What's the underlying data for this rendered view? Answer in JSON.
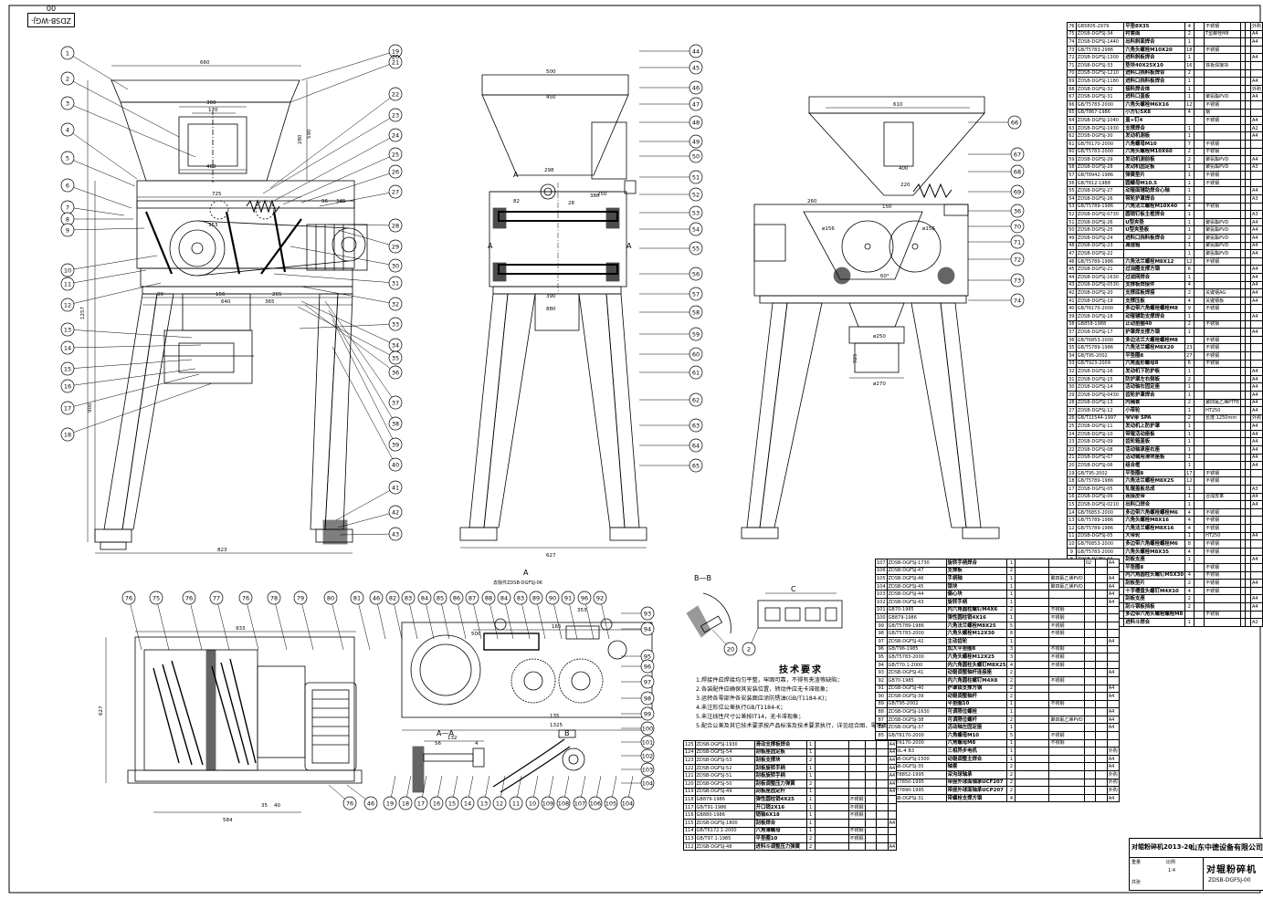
{
  "drawing_code": "ZDSB-WGJ-00",
  "dims": {
    "front_width": "660",
    "hopper_width": "300",
    "hopper_inner": "170",
    "hopper_height": "280",
    "hopper_base": "460",
    "d_725": "725",
    "d_96": "96",
    "d_345": "345",
    "d_353": "353",
    "d_590": "590",
    "d_90": "90",
    "d_156": "156",
    "d_265": "265",
    "d_640": "640",
    "d_365": "365",
    "d_1257": "1257",
    "d_900": "900",
    "base_width": "823",
    "side_width": "500",
    "side_450": "450",
    "side_380": "380",
    "side_298": "298",
    "side_82": "82",
    "side_627": "627",
    "side_390": "390",
    "side_880": "880",
    "side_250": "250",
    "side_28": "28",
    "right_610": "610",
    "right_400": "400",
    "right_220": "220",
    "right_260": "260",
    "right_150": "150",
    "right_60": "60°",
    "right_d156a": "ø156",
    "right_d156b": "ø156",
    "right_d250": "ø250",
    "right_d270": "ø270",
    "right_925": "925",
    "bottom_933": "933",
    "bottom_627": "627",
    "bottom_584": "584",
    "bottom_35": "35",
    "bottom_40": "40",
    "gb_165": "165",
    "gb_353": "353",
    "gb_135": "135",
    "gb_1325": "1325",
    "gb_500": "500",
    "aa_56": "56",
    "aa_132": "132",
    "aa_4": "4"
  },
  "view_labels": {
    "view_a": "A",
    "view_a_sub": "去除件ZDSB-DGFSJ-06",
    "section_aa": "A—A",
    "section_bb": "B—B",
    "view_b": "B",
    "view_c": "C",
    "a_left": "A",
    "a_right": "A",
    "a_top": "A"
  },
  "callouts": {
    "left": [
      "1",
      "2",
      "3",
      "4",
      "5",
      "6",
      "7",
      "8",
      "9",
      "10",
      "11",
      "12",
      "13",
      "14",
      "15",
      "16",
      "17",
      "18"
    ],
    "mid_right": [
      "19",
      "20",
      "21",
      "22",
      "23",
      "24",
      "25",
      "26",
      "27",
      "28",
      "29",
      "30",
      "31",
      "32",
      "33",
      "34",
      "35",
      "36",
      "37",
      "38",
      "39",
      "40",
      "41",
      "42",
      "43"
    ],
    "side_left": [
      "44",
      "45",
      "46",
      "47",
      "48",
      "49",
      "50",
      "51",
      "52",
      "53",
      "54",
      "55",
      "56",
      "57",
      "58",
      "59",
      "60",
      "61",
      "62",
      "63",
      "64",
      "65"
    ],
    "right_view": [
      "66",
      "67",
      "68",
      "69",
      "36",
      "70",
      "71",
      "72",
      "73",
      "74"
    ],
    "bottom_a": [
      "76",
      "75",
      "76",
      "77",
      "76",
      "78",
      "79",
      "80",
      "81"
    ],
    "bottom_a_low": [
      "76",
      "46"
    ],
    "bottom_b_top": [
      "46",
      "82",
      "83",
      "84",
      "85",
      "86",
      "87",
      "88",
      "84",
      "83",
      "89",
      "90",
      "91",
      "96",
      "92"
    ],
    "bottom_b_right": [
      "93",
      "94",
      "95",
      "96",
      "97",
      "98",
      "99",
      "100",
      "101",
      "102",
      "103",
      "104"
    ],
    "bottom_b_low": [
      "19",
      "18",
      "17",
      "16",
      "15",
      "14",
      "13",
      "12",
      "11",
      "10",
      "109",
      "108",
      "107",
      "106",
      "105",
      "104"
    ],
    "bb_callouts": [
      "20",
      "2"
    ]
  },
  "notes": {
    "title": "技术要求",
    "items": [
      "1.焊接件应焊接均匀平整，牢固可靠，不得有夹渣等缺陷；",
      "2.各装配件应确保其安装位置，转动件应无卡滞现象；",
      "3.运转各零部件各安装面应涂防锈油(GB/T1184-K)；",
      "4.未注形位公差执行GB/T1184-K；",
      "5.未注线性尺寸公差按IT14，无卡滞现象；",
      "5.配合公差及其它技术要求按产品标准及技术要求执行，详见组合图、零件图"
    ]
  },
  "bom_right": [
    [
      "76",
      "GB5805-2979",
      "平垫8X35",
      "4",
      "",
      "不锈钢",
      "",
      "",
      "外购"
    ],
    [
      "75",
      "ZDSB-DGFSJ-34",
      "衬套面",
      "2",
      "",
      "T型螺栓M8",
      "",
      "",
      "A4"
    ],
    [
      "74",
      "ZDSB-DGFSJ-1440",
      "出料斜面焊合",
      "1",
      "",
      "",
      "",
      "",
      "A4"
    ],
    [
      "73",
      "GB/T5783-2986",
      "六角头螺栓M10X20",
      "18",
      "",
      "不锈钢",
      "",
      "",
      ""
    ],
    [
      "72",
      "ZDSB-DGFSJ-1300",
      "进料斜板焊合",
      "1",
      "",
      "",
      "",
      "",
      "A4"
    ],
    [
      "71",
      "ZDSB-DGFSJ-33",
      "垫块40X25X10",
      "16",
      "",
      "铁板焊接块",
      "",
      "",
      ""
    ],
    [
      "70",
      "ZDSB-DGFSJ-1210",
      "进料口挡料板焊合",
      "2",
      "",
      "",
      "",
      "",
      ""
    ],
    [
      "69",
      "ZDSB-DGFSJ-1180",
      "进料口挡料板焊合",
      "1",
      "",
      "",
      "",
      "",
      "A4"
    ],
    [
      "68",
      "ZDSB-DGFSJ-32",
      "接料焊合体",
      "1",
      "",
      "",
      "",
      "",
      "外购"
    ],
    [
      "67",
      "ZDSB-DGFSJ-31",
      "进料口盖板",
      "1",
      "",
      "聚氨酯PVD",
      "",
      "",
      "A4"
    ],
    [
      "66",
      "GB/T5783-2000",
      "六角头螺栓M6X16",
      "12",
      "",
      "不锈钢",
      "",
      "",
      ""
    ],
    [
      "65",
      "GB/T867-1986",
      "小方钉5X8",
      "4",
      "",
      "钢",
      "",
      "",
      ""
    ],
    [
      "64",
      "ZDSB-DGFSJ-1040",
      "盖+钉4",
      "",
      "",
      "不锈钢",
      "",
      "",
      "A4"
    ],
    [
      "63",
      "ZDSB-DGFSJ-1930",
      "支撑焊合",
      "1",
      "",
      "",
      "",
      "",
      "A2"
    ],
    [
      "62",
      "ZDSB-DGFSJ-30",
      "发动机测板",
      "1",
      "",
      "",
      "",
      "",
      "A4"
    ],
    [
      "61",
      "GB/T6170-2000",
      "六角螺母M10",
      "7",
      "",
      "不锈钢",
      "",
      "",
      ""
    ],
    [
      "60",
      "GB/T5783-2000",
      "六角头螺栓M10X60",
      "2",
      "",
      "不锈钢",
      "",
      "",
      ""
    ],
    [
      "59",
      "ZDSB-DGFSJ-29",
      "发动机测前板",
      "2",
      "",
      "聚氨酯PVD",
      "",
      "",
      "A4"
    ],
    [
      "58",
      "ZDSB-DGFSJ-28",
      "发动机固定板",
      "1",
      "",
      "聚氨酯PVD",
      "",
      "",
      "A3"
    ],
    [
      "57",
      "GB/T8942-1986",
      "弹簧垫片",
      "1",
      "",
      "不锈钢",
      "",
      "",
      ""
    ],
    [
      "56",
      "GB/T812-1988",
      "圆螺母M10.5",
      "1",
      "",
      "不锈钢",
      "",
      "",
      ""
    ],
    [
      "55",
      "ZDSB-DGFSJ-27",
      "动辊面辅助焊合心轴",
      "1",
      "",
      "",
      "",
      "",
      "A4"
    ],
    [
      "54",
      "ZDSB-DGFSJ-26",
      "带轮护罩焊合",
      "1",
      "",
      "",
      "",
      "",
      "A3"
    ],
    [
      "53",
      "GB/T5789-1986",
      "六角法兰螺栓M10X40",
      "4",
      "",
      "不锈钢",
      "",
      "",
      ""
    ],
    [
      "52",
      "ZDSB-DGFSJ-0730",
      "圆销钉板主框焊合",
      "1",
      "",
      "",
      "",
      "",
      "A3"
    ],
    [
      "51",
      "ZDSB-DGFSJ-26",
      "U型夹垫",
      "1",
      "",
      "聚氨酯PVD",
      "",
      "",
      "A4"
    ],
    [
      "50",
      "ZDSB-DGFSJ-25",
      "U型夹垫板",
      "1",
      "",
      "聚氨酯PVD",
      "",
      "",
      "A4"
    ],
    [
      "49",
      "ZDSB-DGFSJ-24",
      "进料口挡料板焊合",
      "2",
      "",
      "聚氨酯PVD",
      "",
      "",
      "A4"
    ],
    [
      "48",
      "ZDSB-DGFSJ-23",
      "减速箱",
      "1",
      "",
      "聚氨酯PVD",
      "",
      "",
      "A4"
    ],
    [
      "47",
      "ZDSB-DGFSJ-22",
      "",
      "1",
      "",
      "聚氨酯PVD",
      "",
      "",
      "A4"
    ],
    [
      "46",
      "GB/T5789-1986",
      "六角法兰螺栓M8X12",
      "12",
      "",
      "不锈钢",
      "",
      "",
      ""
    ],
    [
      "45",
      "ZDSB-DGFSJ-21",
      "过油圈支撑方钢",
      "6",
      "",
      "",
      "",
      "",
      "A4"
    ],
    [
      "44",
      "ZDSB-DGFSJ-1630",
      "过滤网焊合",
      "1",
      "",
      "",
      "",
      "",
      "A4"
    ],
    [
      "43",
      "ZDSB-DGFSJ-0530",
      "支撑板焊接件",
      "4",
      "",
      "",
      "",
      "",
      "A4"
    ],
    [
      "42",
      "ZDSB-DGFSJ-20",
      "支撑底板焊接",
      "2",
      "",
      "关键钢AG",
      "",
      "",
      "A4"
    ],
    [
      "41",
      "ZDSB-DGFSJ-19",
      "支撑压板",
      "4",
      "",
      "关键钢板",
      "",
      "",
      "A4"
    ],
    [
      "40",
      "GB/T6170-2000",
      "多边带六角螺栓螺栓M8",
      "9",
      "",
      "不锈钢",
      "",
      "",
      ""
    ],
    [
      "39",
      "ZDSB-DGFSJ-18",
      "动辊辅助支撑焊合",
      "1",
      "",
      "",
      "",
      "",
      "A4"
    ],
    [
      "38",
      "GB858-1988",
      "止动垫圈40",
      "2",
      "",
      "不锈钢",
      "",
      "",
      ""
    ],
    [
      "37",
      "ZDSB-DGFSJ-17",
      "护罩焊支撑方钢",
      "1",
      "",
      "",
      "",
      "",
      "A4"
    ],
    [
      "36",
      "GB/T6853-2000",
      "多边法兰大螺栓螺栓M8",
      "",
      "",
      "不锈钢",
      "",
      "",
      ""
    ],
    [
      "35",
      "GB/T5789-1986",
      "六角法兰螺栓M8X20",
      "23",
      "",
      "不锈钢",
      "",
      "",
      ""
    ],
    [
      "34",
      "GB/T95-2002",
      "平垫圈8",
      "27",
      "",
      "不锈钢",
      "",
      "",
      ""
    ],
    [
      "33",
      "GB/T923-2009",
      "六角盖形螺母8",
      "6",
      "",
      "不锈钢",
      "",
      "",
      ""
    ],
    [
      "32",
      "ZDSB-DGFSJ-16",
      "发动机下防护板",
      "1",
      "",
      "",
      "",
      "",
      "A4"
    ],
    [
      "31",
      "ZDSB-DGFSJ-15",
      "防护罩左右侧板",
      "2",
      "",
      "",
      "",
      "",
      "A4"
    ],
    [
      "30",
      "ZDSB-DGFSJ-14",
      "活动轴右固定座",
      "1",
      "",
      "",
      "",
      "",
      "A4"
    ],
    [
      "29",
      "ZDSB-DGFSJ-0430",
      "齿轮护罩焊合",
      "1",
      "",
      "",
      "",
      "",
      "A4"
    ],
    [
      "28",
      "ZDSB-DGFSJ-13",
      "内隔套",
      "2",
      "",
      "聚四氟乙烯PTFE",
      "",
      "",
      "A4"
    ],
    [
      "27",
      "ZDSB-DGFSJ-12",
      "小带轮",
      "1",
      "",
      "HT250",
      "",
      "",
      "A4"
    ],
    [
      "26",
      "GB/T11544-1997",
      "窄V带 SPA",
      "2",
      "",
      "长度:1250mm",
      "",
      "",
      "外购"
    ],
    [
      "25",
      "ZDSB-DGFSJ-11",
      "发动机上防护罩",
      "1",
      "",
      "",
      "",
      "",
      "A4"
    ],
    [
      "24",
      "ZDSB-DGFSJ-10",
      "带辊活动座板",
      "1",
      "",
      "",
      "",
      "",
      "A4"
    ],
    [
      "23",
      "ZDSB-DGFSJ-09",
      "齿轮箱盖板",
      "1",
      "",
      "",
      "",
      "",
      "A4"
    ],
    [
      "22",
      "ZDSB-DGFSJ-08",
      "活动轴承座右座",
      "1",
      "",
      "",
      "",
      "",
      "A4"
    ],
    [
      "21",
      "ZDSB-DGFSJ-07",
      "活动轴用滑块座板",
      "1",
      "",
      "",
      "",
      "",
      "A4"
    ],
    [
      "20",
      "ZDSB-DGFSJ-06",
      "组合框",
      "1",
      "",
      "",
      "",
      "",
      "A4"
    ],
    [
      "19",
      "GB/T95-2002",
      "平垫圈8",
      "17",
      "",
      "不锈钢",
      "",
      "",
      ""
    ],
    [
      "18",
      "GB/T5789-1986",
      "六角法兰螺栓M8X25",
      "12",
      "",
      "不锈钢",
      "",
      "",
      ""
    ],
    [
      "17",
      "ZDSB-DGFSJ-05",
      "轧辊盖板总成",
      "1",
      "",
      "",
      "",
      "",
      "A3"
    ],
    [
      "16",
      "ZDSB-DGFSJ-06",
      "连接皮带",
      "1",
      "",
      "合成皮革",
      "",
      "",
      "A4"
    ],
    [
      "15",
      "ZDSB-DGFSJ-0210",
      "出料口焊合",
      "1",
      "",
      "",
      "",
      "",
      "A4"
    ],
    [
      "14",
      "GB/T6853-2000",
      "多边带六角螺栓螺栓M6",
      "4",
      "",
      "不锈钢",
      "",
      "",
      ""
    ],
    [
      "13",
      "GB/T5789-1986",
      "六角头螺栓M8X16",
      "4",
      "",
      "不锈钢",
      "",
      "",
      ""
    ],
    [
      "12",
      "GB/T5789-1986",
      "六角法兰螺栓M8X16",
      "4",
      "",
      "不锈钢",
      "",
      "",
      ""
    ],
    [
      "11",
      "ZDSB-DGFSJ-05",
      "大带轮",
      "1",
      "",
      "HT250",
      "",
      "",
      "A4"
    ],
    [
      "10",
      "GB/T6853-2000",
      "多边带六角螺栓螺栓M6",
      "8",
      "",
      "不锈钢",
      "",
      "",
      ""
    ],
    [
      "9",
      "GB/T5783-2000",
      "六角头螺栓M8X35",
      "4",
      "",
      "不锈钢",
      "",
      "",
      ""
    ],
    [
      "8",
      "ZDSB-DGFSJ-04",
      "刮板支座",
      "1",
      "",
      "",
      "",
      "",
      "A4"
    ],
    [
      "7",
      "GB/T95-2002",
      "平垫圈8",
      "",
      "",
      "不锈钢",
      "",
      "",
      ""
    ],
    [
      "6",
      "GB/T812-1988",
      "内六角圆柱头螺钉M5X30",
      "4",
      "",
      "不锈钢",
      "",
      "",
      ""
    ],
    [
      "5",
      "ZDSB-DGFSJ-03",
      "刮板垫片",
      "2",
      "",
      "不锈钢",
      "",
      "",
      "A4"
    ],
    [
      "4",
      "GB/T8942-2000",
      "十字槽盘头螺钉M4X10",
      "4",
      "",
      "不锈钢",
      "",
      "",
      ""
    ],
    [
      "3",
      "ZDSB-DGFSJ-02",
      "刮板支座",
      "2",
      "",
      "",
      "",
      "",
      "A4"
    ],
    [
      "2",
      "ZDSB-DGFSJ-01",
      "刮斗钢板挡板",
      "2",
      "",
      "",
      "",
      "",
      "A4"
    ],
    [
      "1",
      "GB/T6853-2000",
      "多边带六角头螺栓螺栓M8",
      "",
      "",
      "不锈钢",
      "",
      "",
      ""
    ],
    [
      "0",
      "ZDSB-DGFSJ-0630",
      "进料斗焊合",
      "1",
      "",
      "",
      "",
      "",
      "A2"
    ]
  ],
  "bom_mid": [
    [
      "107",
      "ZDSB-DGFSJ-1730",
      "旋转手柄焊合",
      "1",
      "",
      "",
      "02",
      "",
      "A4"
    ],
    [
      "106",
      "ZDSB-DGFSJ-47",
      "支撑板",
      "2",
      "",
      "",
      "",
      "",
      ""
    ],
    [
      "105",
      "ZDSB-DGFSJ-46",
      "手柄轴",
      "1",
      "",
      "聚四氟乙烯PVD",
      "",
      "",
      "A4"
    ],
    [
      "104",
      "ZDSB-DGFSJ-45",
      "锁块",
      "1",
      "",
      "聚四氟乙烯PVD",
      "",
      "",
      "A4"
    ],
    [
      "103",
      "ZDSB-DGFSJ-44",
      "偏心块",
      "1",
      "",
      "",
      "",
      "",
      "A4"
    ],
    [
      "102",
      "ZDSB-DGFSJ-43",
      "旋转手柄",
      "1",
      "",
      "",
      "",
      "",
      "A4"
    ],
    [
      "101",
      "GB70-1985",
      "内六角圆柱螺钉M4X6",
      "2",
      "",
      "不锈钢",
      "",
      "",
      ""
    ],
    [
      "100",
      "GB879-1986",
      "弹性圆柱销4X16",
      "1",
      "",
      "不锈钢",
      "",
      "",
      ""
    ],
    [
      "99",
      "GB/T5789-1986",
      "六角法兰螺栓M8X25",
      "5",
      "",
      "不锈钢",
      "",
      "",
      ""
    ],
    [
      "98",
      "GB/T5783-2000",
      "六角头螺栓M12X30",
      "8",
      "",
      "不锈钢",
      "",
      "",
      ""
    ],
    [
      "97",
      "ZDSB-DGFSJ-42",
      "主动齿轮",
      "1",
      "",
      "",
      "",
      "",
      "A4"
    ],
    [
      "96",
      "GB/T96-1985",
      "加大平垫圈8",
      "3",
      "",
      "不锈钢",
      "",
      "",
      ""
    ],
    [
      "95",
      "GB/T5783-2000",
      "六角头螺栓M12X25",
      "3",
      "",
      "不锈钢",
      "",
      "",
      ""
    ],
    [
      "94",
      "GB/T70.1-2000",
      "内六角圆柱头螺钉M8X25",
      "4",
      "",
      "不锈钢",
      "",
      "",
      ""
    ],
    [
      "93",
      "ZDSB-DGFSJ-41",
      "动辊调整轴杆连接座",
      "2",
      "",
      "",
      "",
      "",
      "A4"
    ],
    [
      "92",
      "GB70-1985",
      "内六角圆柱螺钉M4X8",
      "2",
      "",
      "不锈钢",
      "",
      "",
      ""
    ],
    [
      "91",
      "ZDSB-DGFSJ-40",
      "护罩锁支撑方钢",
      "2",
      "",
      "",
      "",
      "",
      "A4"
    ],
    [
      "90",
      "ZDSB-DGFSJ-39",
      "动辊调整轴杆",
      "2",
      "",
      "",
      "",
      "",
      "A4"
    ],
    [
      "89",
      "GB/T95-2002",
      "平垫圈10",
      "1",
      "",
      "不锈钢",
      "",
      "",
      ""
    ],
    [
      "88",
      "ZDSB-DGFSJ-1630",
      "可调限位螺栓",
      "1",
      "",
      "",
      "",
      "",
      "A4"
    ],
    [
      "87",
      "ZDSB-DGFSJ-38",
      "可调限位螺杆",
      "2",
      "",
      "聚四氟乙烯PVD",
      "",
      "",
      "A4"
    ],
    [
      "86",
      "ZDSB-DGFSJ-37",
      "活动轴左固定座",
      "1",
      "",
      "",
      "",
      "",
      "A4"
    ],
    [
      "85",
      "GB/T6170-2000",
      "六角螺母M10",
      "5",
      "",
      "不锈钢",
      "",
      "",
      ""
    ],
    [
      "84",
      "GB/T6170-2000",
      "六角螺母M8",
      "1",
      "",
      "不锈钢",
      "",
      "",
      ""
    ],
    [
      "83",
      "YS90L-4 B3",
      "三相异步电机",
      "1",
      "",
      "",
      "",
      "",
      "外购"
    ],
    [
      "82",
      "ZDSB-DGFSJ-1500",
      "动辊调整主焊合",
      "1",
      "",
      "",
      "",
      "",
      "A4"
    ],
    [
      "81",
      "ZDSB-DGFSJ-35",
      "轴套",
      "2",
      "",
      "",
      "",
      "",
      "A4"
    ],
    [
      "80",
      "GB/T8852-1995",
      "深沟球轴承",
      "2",
      "",
      "",
      "",
      "",
      "外购"
    ],
    [
      "79",
      "GB/T7850-1995",
      "带座外球面轴承UCF207",
      "2",
      "",
      "",
      "",
      "",
      "外购"
    ],
    [
      "78",
      "GB/T7890-1995",
      "带座外球面轴承UCP207",
      "2",
      "",
      "",
      "",
      "",
      "外购"
    ],
    [
      "77",
      "ZDSB-DGFSJ-31",
      "带螺栓支撑方钢",
      "4",
      "",
      "",
      "",
      "",
      "A4"
    ]
  ],
  "bom_left": [
    [
      "125",
      "ZDSB-DGFSJ-1930",
      "滑动支撑板焊合",
      "1",
      "",
      "",
      "",
      "",
      "A4"
    ],
    [
      "124",
      "ZDSB-DGFSJ-54",
      "刮板座固定板",
      "1",
      "",
      "",
      "",
      "",
      "A4"
    ],
    [
      "123",
      "ZDSB-DGFSJ-53",
      "刮板支撑块",
      "2",
      "",
      "",
      "",
      "",
      "A4"
    ],
    [
      "122",
      "ZDSB-DGFSJ-52",
      "刮板旋转手柄",
      "1",
      "",
      "",
      "",
      "",
      "A4"
    ],
    [
      "121",
      "ZDSB-DGFSJ-51",
      "刮板旋转手柄",
      "1",
      "",
      "",
      "",
      "",
      "A4"
    ],
    [
      "120",
      "ZDSB-DGFSJ-50",
      "刮板调整压力弹簧",
      "2",
      "",
      "",
      "",
      "",
      "A4"
    ],
    [
      "119",
      "ZDSB-DGFSJ-49",
      "刮板座固定杆",
      "1",
      "",
      "",
      "",
      "",
      "A4"
    ],
    [
      "118",
      "GB879-1986",
      "弹性圆柱销4X25",
      "1",
      "",
      "不锈钢",
      "",
      "",
      ""
    ],
    [
      "117",
      "GB/T91-1986",
      "开口销2X16",
      "1",
      "",
      "不锈钢",
      "",
      "",
      ""
    ],
    [
      "116",
      "GB880-1986",
      "销轴6X18",
      "1",
      "",
      "不锈钢",
      "",
      "",
      ""
    ],
    [
      "115",
      "ZDSB-DGFSJ-1800",
      "刮板焊合",
      "1",
      "",
      "",
      "",
      "",
      "A4"
    ],
    [
      "114",
      "GB/T6172.1-2000",
      "六角薄螺母",
      "1",
      "",
      "不锈钢",
      "",
      "",
      ""
    ],
    [
      "113",
      "GB/T97.1-1985",
      "平垫圈10",
      "2",
      "",
      "不锈钢",
      "",
      "",
      ""
    ],
    [
      "112",
      "ZDSB-DGFSJ-48",
      "进料斗调整压力弹簧",
      "2",
      "",
      "",
      "",
      "",
      "A4"
    ]
  ],
  "title_block": {
    "product": "对辊粉碎机",
    "std": "2013-20",
    "company": "山东中德设备有限公司",
    "name": "对辊粉碎机",
    "code": "ZDSB-DGFSJ-00",
    "scale_label": "比例",
    "scale": "1:4",
    "sheet_label": "共张",
    "weight_label": "重量"
  }
}
